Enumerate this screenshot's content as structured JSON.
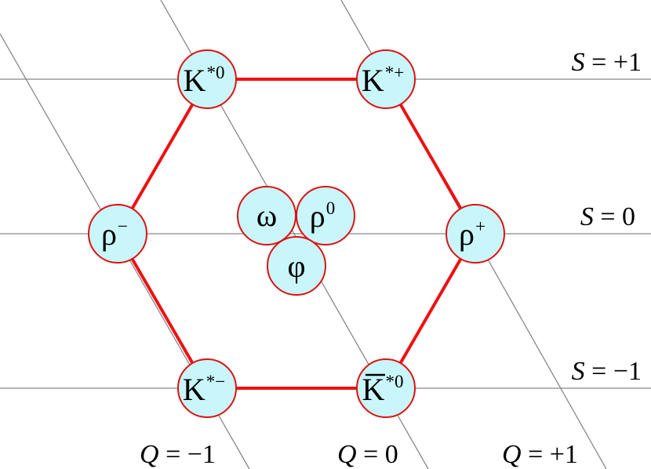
{
  "colors": {
    "grid": "#888888",
    "hexagon": "#ee1111",
    "node_fill": "#c8f6fa",
    "node_stroke": "#dd1111"
  },
  "strangeness_labels": [
    {
      "var": "S",
      "rest": " = +1"
    },
    {
      "var": "S",
      "rest": " = 0"
    },
    {
      "var": "S",
      "rest": " = −1"
    }
  ],
  "charge_labels": [
    {
      "var": "Q",
      "rest": " = −1"
    },
    {
      "var": "Q",
      "rest": " = 0"
    },
    {
      "var": "Q",
      "rest": " = +1"
    }
  ],
  "mesons": {
    "k_star_0": {
      "base": "K",
      "sup": "*0"
    },
    "k_star_plus": {
      "base": "K",
      "sup": "*+"
    },
    "rho_minus": {
      "base": "ρ",
      "sup": "−"
    },
    "rho_plus": {
      "base": "ρ",
      "sup": "+"
    },
    "k_star_minus": {
      "base": "K",
      "sup": "*−"
    },
    "anti_k_star_0": {
      "base": "K",
      "sup": "*0"
    },
    "omega": {
      "base": "ω",
      "sup": ""
    },
    "rho_0": {
      "base": "ρ",
      "sup": "0"
    },
    "phi": {
      "base": "φ",
      "sup": ""
    }
  }
}
